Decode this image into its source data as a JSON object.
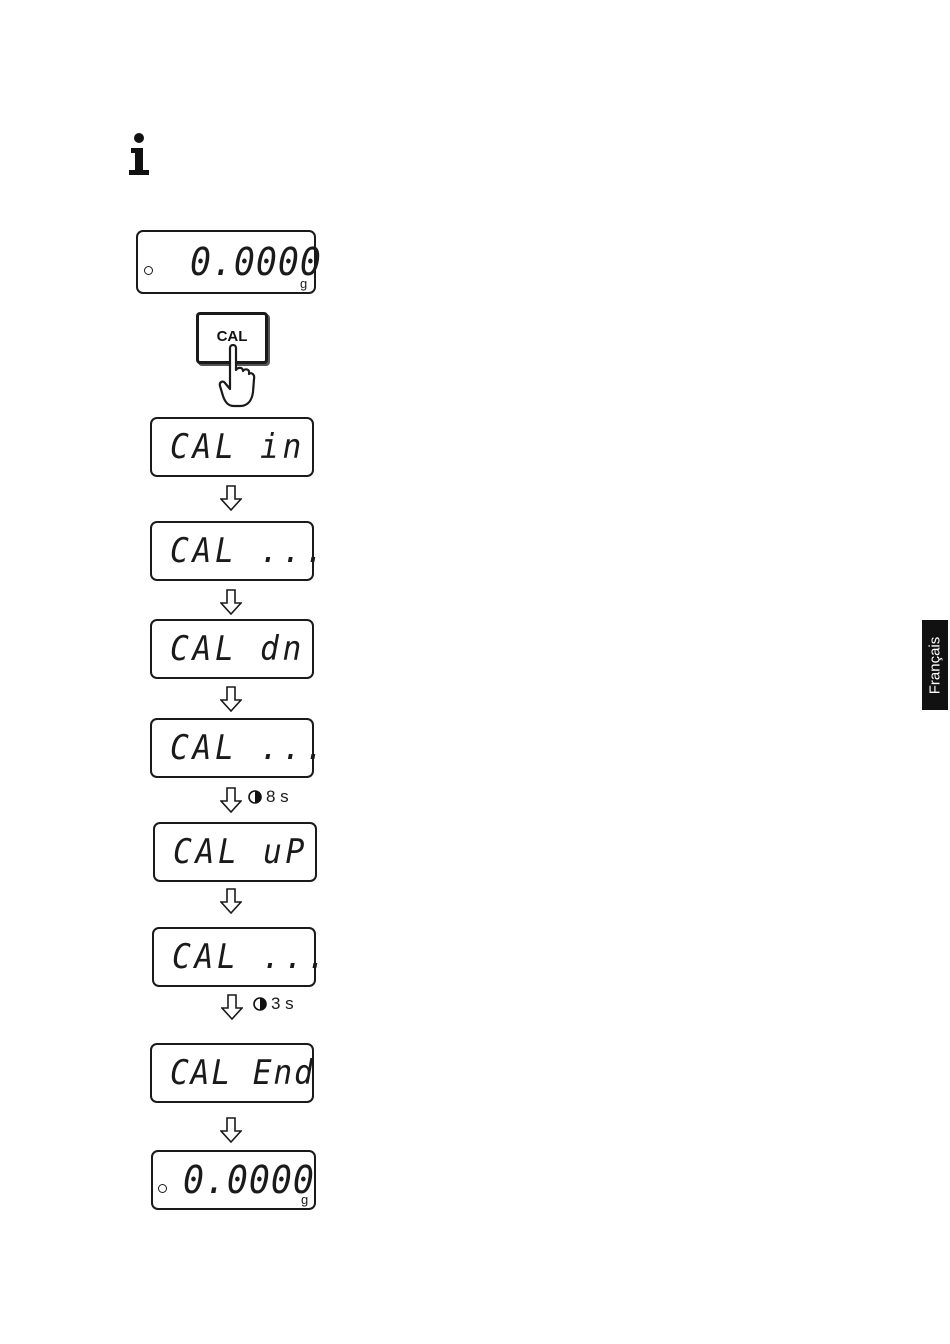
{
  "info_icon": "info-icon",
  "steps": {
    "display_start": {
      "value": "0.0000",
      "unit": "g"
    },
    "cal_key": {
      "label": "CAL"
    },
    "display_cal_in": {
      "text": "CAL in"
    },
    "display_cal_wait1": {
      "text": "CAL ..."
    },
    "display_cal_dn": {
      "text": "CAL dn"
    },
    "display_cal_wait2": {
      "text": "CAL ..."
    },
    "timer_1": {
      "label": "8 s"
    },
    "display_cal_up": {
      "text": "CAL uP"
    },
    "display_cal_wait3": {
      "text": "CAL ..."
    },
    "timer_2": {
      "label": "3 s"
    },
    "display_cal_end": {
      "text": "CAL End"
    },
    "display_end": {
      "value": "0.0000",
      "unit": "g"
    }
  },
  "side_tab": {
    "label": "Français"
  }
}
